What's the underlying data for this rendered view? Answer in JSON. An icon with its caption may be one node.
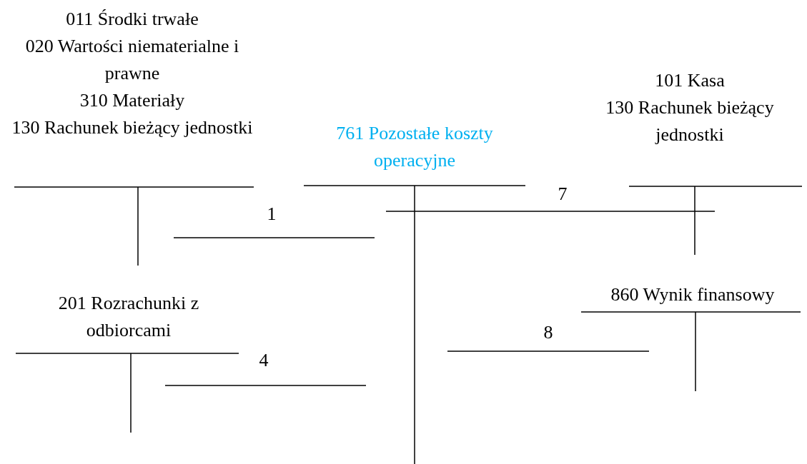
{
  "diagram": {
    "nodes": [
      {
        "text": [
          "011 Środki trwałe",
          "020 Wartości niematerialne i prawne",
          "310 Materiały",
          "130 Rachunek bieżący jednostki"
        ]
      },
      {
        "text": [
          "761 Pozostałe koszty operacyjne"
        ]
      },
      {
        "text": [
          "101 Kasa",
          "130 Rachunek bieżący jednostki"
        ]
      },
      {
        "text": [
          "201 Rozrachunki z odbiorcami"
        ]
      },
      {
        "text": [
          "860 Wynik finansowy"
        ]
      }
    ],
    "edges": [
      {
        "from": 0,
        "to": 1,
        "arrow": "none",
        "label": "1"
      },
      {
        "from": 3,
        "to": 1,
        "arrow": "none",
        "label": "4"
      },
      {
        "from": 1,
        "to": 2,
        "arrow": "none",
        "label": "7"
      },
      {
        "from": 1,
        "to": 4,
        "arrow": "none",
        "label": "8"
      }
    ]
  }
}
